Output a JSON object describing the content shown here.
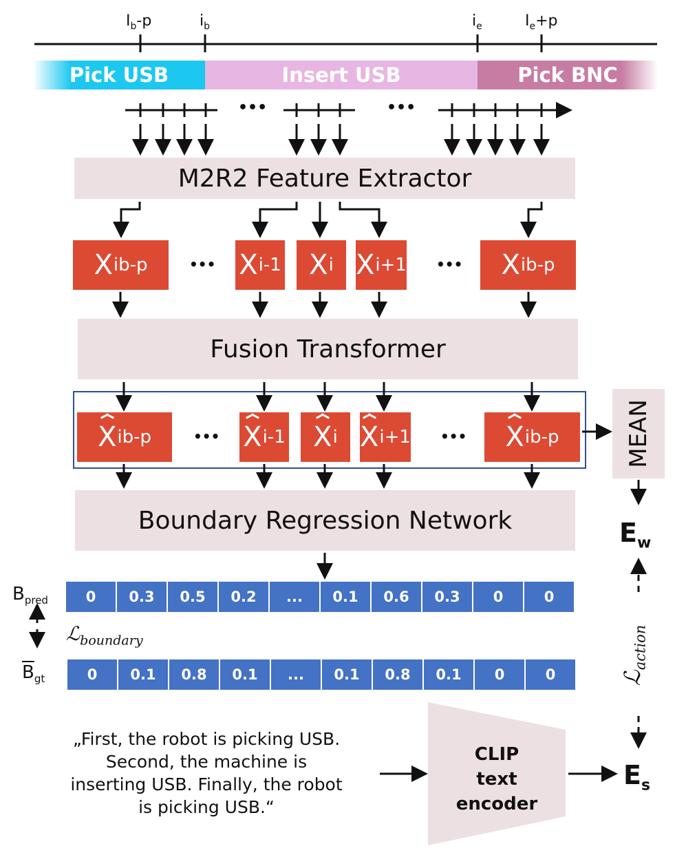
{
  "timeline": {
    "tick_labels": [
      {
        "base": "I",
        "sub": "b",
        "suffix": "-p"
      },
      {
        "base": "i",
        "sub": "b",
        "suffix": ""
      },
      {
        "base": "i",
        "sub": "e",
        "suffix": ""
      },
      {
        "base": "I",
        "sub": "e",
        "suffix": "+p"
      }
    ],
    "segments": [
      "Pick USB",
      "Insert USB",
      "Pick BNC"
    ],
    "segment_colors": [
      "#1cc8f0",
      "#e8b6e2",
      "#c77da3"
    ],
    "dots": [
      "•••",
      "•••"
    ]
  },
  "feature_extractor": {
    "label": "M2R2 Feature Extractor"
  },
  "features": {
    "items": [
      {
        "base": "X",
        "sub": "ib-p"
      },
      {
        "base": "X",
        "sub": "i-1"
      },
      {
        "base": "X",
        "sub": "i"
      },
      {
        "base": "X",
        "sub": "i+1"
      },
      {
        "base": "X",
        "sub": "ib-p"
      }
    ],
    "dots": "•••"
  },
  "fusion": {
    "label": "Fusion Transformer"
  },
  "fused_features": {
    "items": [
      {
        "base": "X",
        "sub": "ib-p"
      },
      {
        "base": "X",
        "sub": "i-1"
      },
      {
        "base": "X",
        "sub": "i"
      },
      {
        "base": "X",
        "sub": "i+1"
      },
      {
        "base": "X",
        "sub": "ib-p"
      }
    ]
  },
  "mean": {
    "label": "MEAN"
  },
  "brn": {
    "label": "Boundary Regression Network"
  },
  "b_pred": {
    "label": "B",
    "sub": "pred",
    "values": [
      "0",
      "0.3",
      "0.5",
      "0.2",
      "...",
      "0.1",
      "0.6",
      "0.3",
      "0",
      "0"
    ]
  },
  "b_gt": {
    "label": "B",
    "sub": "gt",
    "values": [
      "0",
      "0.1",
      "0.8",
      "0.1",
      "...",
      "0.1",
      "0.8",
      "0.1",
      "0",
      "0"
    ]
  },
  "losses": {
    "boundary": {
      "symbol": "ℒ",
      "sub": "boundary"
    },
    "action": {
      "symbol": "ℒ",
      "sub": "action"
    }
  },
  "e_w": {
    "base": "E",
    "sub": "w"
  },
  "e_s": {
    "base": "E",
    "sub": "s"
  },
  "clip": {
    "lines": [
      "CLIP",
      "text",
      "encoder"
    ]
  },
  "caption": {
    "lines": [
      "„First, the robot is picking USB.",
      "Second, the machine is",
      "inserting USB. Finally, the robot",
      "is picking USB.“"
    ]
  },
  "colors": {
    "feature_box": "#dc4a33",
    "module_box": "#ece0e2",
    "cell": "#4472c4",
    "outline": "#2f4f8f"
  }
}
